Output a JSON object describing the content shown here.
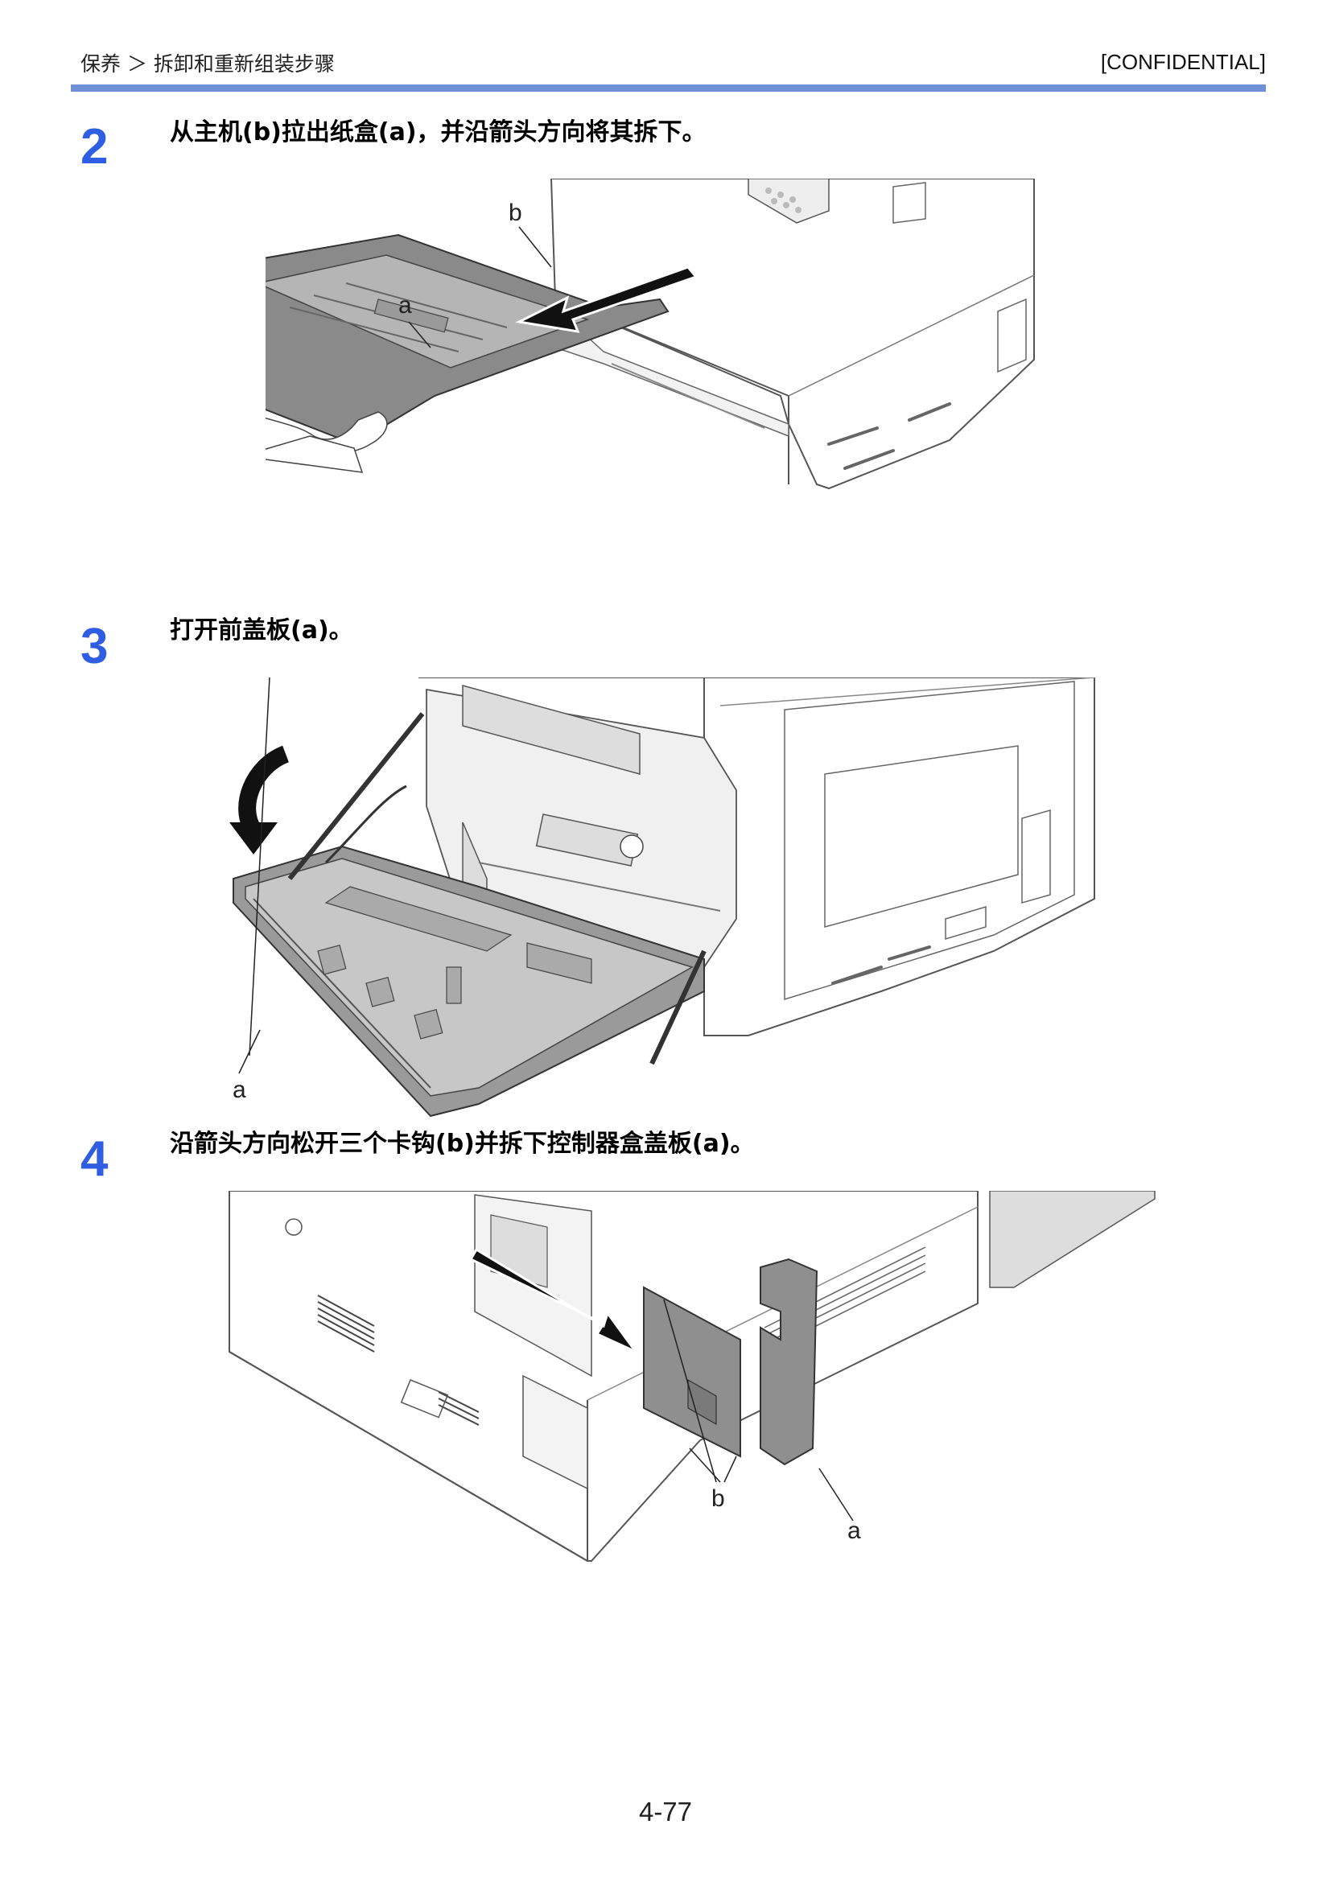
{
  "header": {
    "breadcrumb": "保养 ＞ 拆卸和重新组装步骤",
    "confidential": "[CONFIDENTIAL]",
    "rule_color": "#6f90d6"
  },
  "steps": [
    {
      "number": "2",
      "text": "从主机(b)拉出纸盒(a)，并沿箭头方向将其拆下。",
      "callouts": [
        "b",
        "a"
      ]
    },
    {
      "number": "3",
      "text": "打开前盖板(a)。",
      "callouts": [
        "a"
      ]
    },
    {
      "number": "4",
      "text": "沿箭头方向松开三个卡钩(b)并拆下控制器盒盖板(a)。",
      "callouts": [
        "b",
        "a"
      ]
    }
  ],
  "accent_color": "#2f5ee2",
  "page_number": "4-77"
}
